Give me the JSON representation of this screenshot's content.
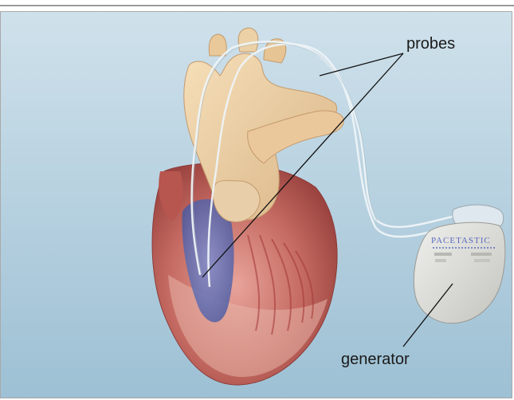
{
  "labels": {
    "probes": "probes",
    "generator": "generator"
  },
  "device": {
    "brand": "PACETASTIC"
  },
  "colors": {
    "background_top": "#c9dde8",
    "background_bottom": "#9fc2d6",
    "aorta": "#f0d3a8",
    "heart_muscle": "#c97066",
    "ventricle_blue": "#5a6fb5",
    "generator_body": "#dcdcd8",
    "probe_wire": "#e8f0f4",
    "leader_line": "#111111",
    "brand_text": "#5b6cc2"
  }
}
